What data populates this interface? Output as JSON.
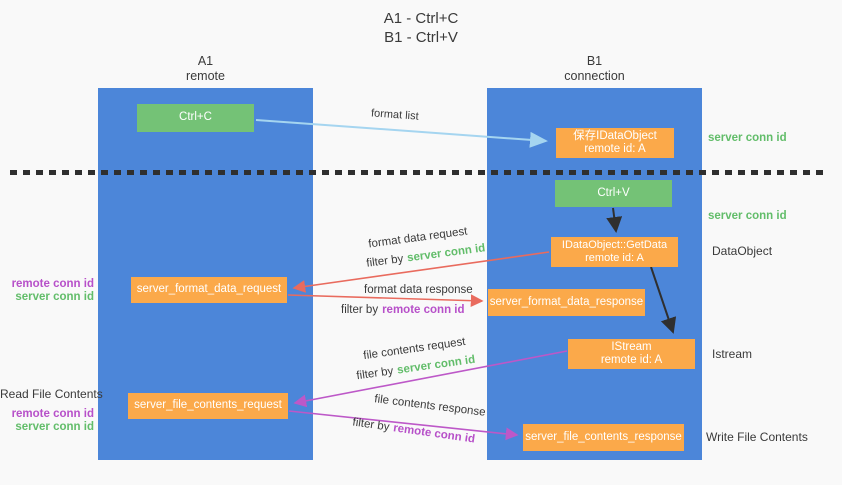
{
  "title": {
    "line1": "A1 - Ctrl+C",
    "line2": "B1 - Ctrl+V"
  },
  "lanes": {
    "a1": {
      "name": "A1",
      "subtitle": "remote"
    },
    "b1": {
      "name": "B1",
      "subtitle": "connection"
    }
  },
  "nodes": {
    "ctrl_c": {
      "label": "Ctrl+C"
    },
    "ctrl_v": {
      "label": "Ctrl+V"
    },
    "save_idataobject": {
      "line1": "保存IDataObject",
      "line2": "remote id: A"
    },
    "idataobject_getdata": {
      "line1": "IDataObject::GetData",
      "line2": "remote id: A"
    },
    "istream": {
      "line1": "IStream",
      "line2": "remote id: A"
    },
    "server_format_data_request": {
      "label": "server_format_data_request"
    },
    "server_format_data_response": {
      "label": "server_format_data_response"
    },
    "server_file_contents_request": {
      "label": "server_file_contents_request"
    },
    "server_file_contents_response": {
      "label": "server_file_contents_response"
    }
  },
  "side_labels": {
    "right_server_conn_id_top": "server conn id",
    "right_server_conn_id_mid": "server conn id",
    "right_dataobject": "DataObject",
    "right_istream": "Istream",
    "right_write_file_contents": "Write File Contents",
    "left_remote_conn_id_top": "remote conn id",
    "left_server_conn_id_top": "server conn id",
    "left_read_file_contents": "Read File Contents",
    "left_remote_conn_id_bottom": "remote conn id",
    "left_server_conn_id_bottom": "server conn id"
  },
  "arrow_labels": {
    "format_list": "format list",
    "format_data_request": "format data request",
    "filter_server_1": {
      "prefix": "filter by",
      "highlight": "server conn id"
    },
    "format_data_response": "format data response",
    "filter_remote_1": {
      "prefix": "filter by",
      "highlight": "remote conn id"
    },
    "file_contents_request": "file contents request",
    "filter_server_2": {
      "prefix": "filter by",
      "highlight": "server conn id"
    },
    "file_contents_response": "file contents response",
    "filter_remote_2": {
      "prefix": "filter by",
      "highlight": "remote conn id"
    }
  },
  "colors": {
    "lane_blue": "#4c86d9",
    "node_green": "#74c276",
    "node_orange": "#fba94a",
    "arrow_light_blue": "#a5d5f0",
    "arrow_red": "#e96b5e",
    "arrow_magenta": "#bd58c8",
    "arrow_black": "#2f2f2f",
    "text_green": "#62bd6a",
    "text_magenta": "#b750c9",
    "text_dark": "#3a3a3a"
  }
}
